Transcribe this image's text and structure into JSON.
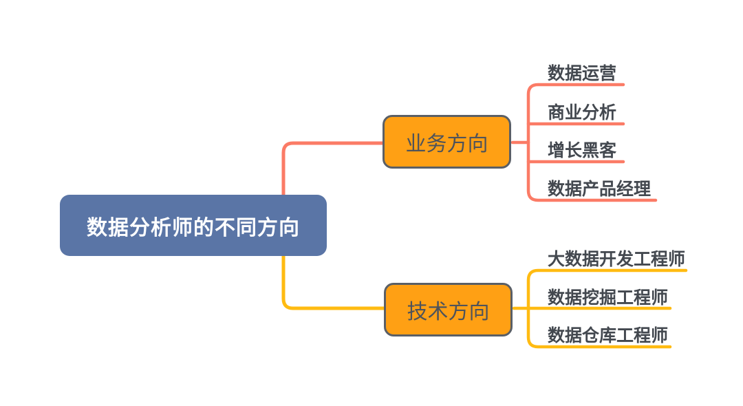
{
  "diagram": {
    "type": "mindmap",
    "title": "数据分析师的不同方向",
    "background_color": "#FFFFFF",
    "central": {
      "label": "数据分析师的不同方向",
      "fill_color": "#5A75A6",
      "text_color": "#FFFFFF"
    },
    "branches": [
      {
        "label": "业务方向",
        "node_fill_color": "#FFA014",
        "node_border_color": "#5A5F66",
        "node_text_color": "#4E535B",
        "line_color": "#FB7B66",
        "children": [
          "数据运营",
          "商业分析",
          "增长黑客",
          "数据产品经理"
        ]
      },
      {
        "label": "技术方向",
        "node_fill_color": "#FFA014",
        "node_border_color": "#5A5F66",
        "node_text_color": "#4E535B",
        "line_color": "#FFBB12",
        "children": [
          "大数据开发工程师",
          "数据挖掘工程师",
          "数据仓库工程师"
        ]
      }
    ],
    "leaf_text_color": "#43484F"
  }
}
